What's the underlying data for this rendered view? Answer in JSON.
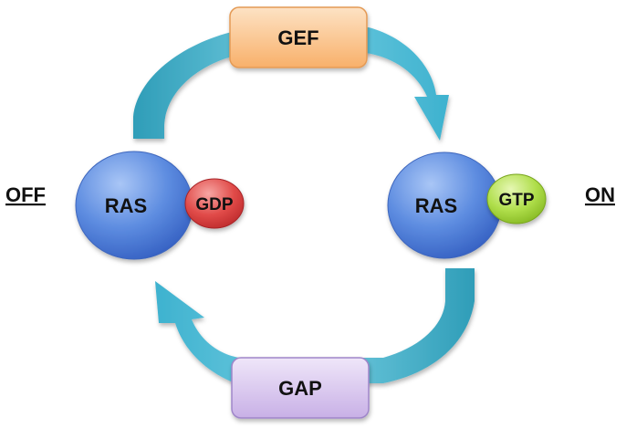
{
  "states": {
    "off_label": "OFF",
    "on_label": "ON"
  },
  "nodes": {
    "ras_off": {
      "label": "RAS",
      "bound": "GDP"
    },
    "ras_on": {
      "label": "RAS",
      "bound": "GTP"
    }
  },
  "regulators": {
    "top": "GEF",
    "bottom": "GAP"
  },
  "colors": {
    "ras": "#4a78d8",
    "gdp": "#d6383a",
    "gtp": "#9ccf2e",
    "gef_box": "#fcc58c",
    "gap_box": "#d8c6ee",
    "arrow": "#36a9c4"
  }
}
